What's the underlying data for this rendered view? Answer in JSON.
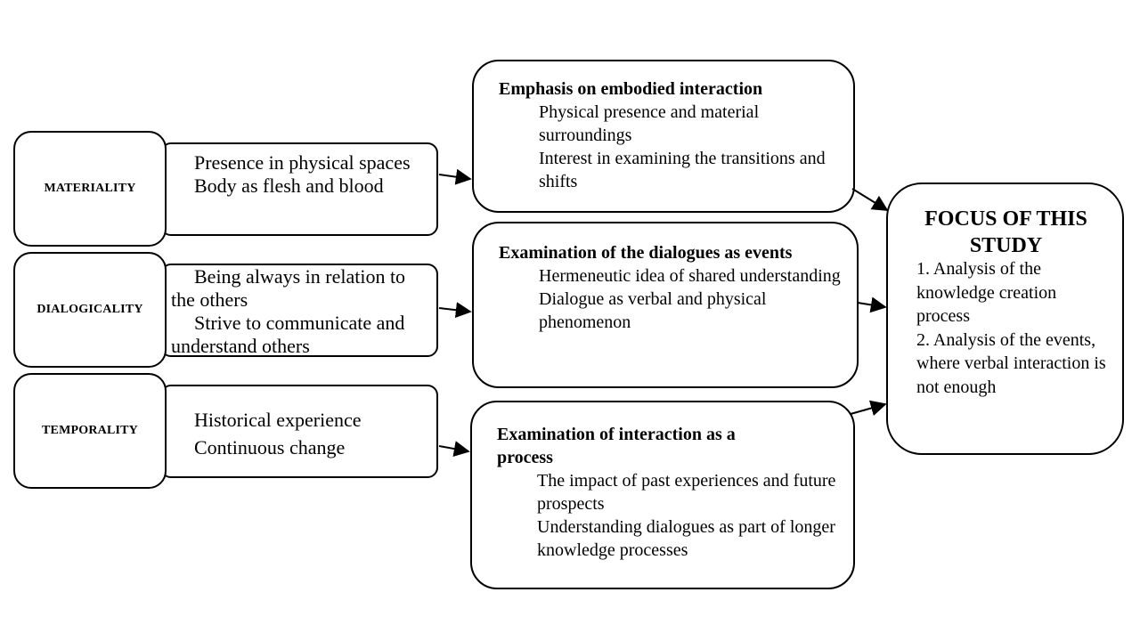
{
  "concepts": [
    {
      "label": "MATERIALITY",
      "details": [
        "Presence in physical spaces",
        "Body as flesh and blood"
      ]
    },
    {
      "label": "DIALOGICALITY",
      "details": [
        "Being always in relation to the others",
        "Strive to communicate and understand others"
      ]
    },
    {
      "label": "TEMPORALITY",
      "details": [
        "Historical experience",
        "Continuous change"
      ]
    }
  ],
  "middle": [
    {
      "heading": "Emphasis on embodied interaction",
      "items": [
        "Physical presence and material surroundings",
        "Interest in examining the transitions and shifts"
      ]
    },
    {
      "heading": "Examination of the dialogues as events",
      "items": [
        "Hermeneutic idea of shared understanding",
        "Dialogue as verbal and physical phenomenon"
      ]
    },
    {
      "heading": "Examination of interaction as a process",
      "items": [
        "The impact of past experiences and future prospects",
        "Understanding dialogues as part of longer knowledge processes"
      ]
    }
  ],
  "focus": {
    "title": "FOCUS OF THIS STUDY",
    "points": [
      "1. Analysis of the knowledge creation process",
      "2. Analysis of the events, where verbal interaction is not enough"
    ]
  }
}
